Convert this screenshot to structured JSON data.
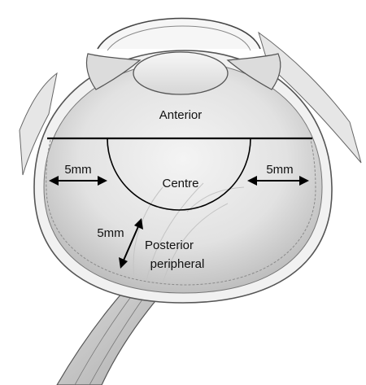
{
  "labels": {
    "anterior": "Anterior",
    "centre": "Centre",
    "measure_left": "5mm",
    "measure_right": "5mm",
    "measure_lower": "5mm",
    "posterior_line1": "Posterior",
    "posterior_line2": "peripheral"
  }
}
